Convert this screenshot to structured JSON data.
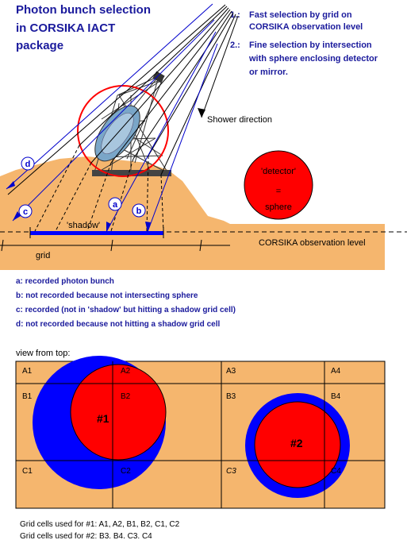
{
  "title": {
    "line1": "Photon bunch selection",
    "line2": "in CORSIKA IACT",
    "line3": "package"
  },
  "steps": {
    "s1_num": "1.:",
    "s1_line1": "Fast selection by grid on",
    "s1_line2": "CORSIKA observation level",
    "s2_num": "2.:",
    "s2_line1": "Fine selection by intersection",
    "s2_line2": "with sphere enclosing detector",
    "s2_line3": "or mirror."
  },
  "side_view": {
    "shower_direction": "Shower direction",
    "detector_line1": "'detector'",
    "detector_line2": "=",
    "detector_line3": "sphere",
    "shadow": "'shadow'",
    "grid": "grid",
    "observation_level": "CORSIKA observation level",
    "markers": {
      "a": "a",
      "b": "b",
      "c": "c",
      "d": "d"
    }
  },
  "legend": {
    "a": "a: recorded photon bunch",
    "b": "b: not recorded because not intersecting sphere",
    "c": "c: recorded (not in 'shadow' but hitting a shadow grid cell)",
    "d": "d: not recorded because not hitting a shadow grid cell"
  },
  "top_view": {
    "heading": "view from top:",
    "cells": {
      "A1": "A1",
      "A2": "A2",
      "A3": "A3",
      "A4": "A4",
      "B1": "B1",
      "B2": "B2",
      "B3": "B3",
      "B4": "B4",
      "C1": "C1",
      "C2": "C2",
      "C3": "C3",
      "C4": "C4"
    },
    "sphere1": "#1",
    "sphere2": "#2"
  },
  "footer": {
    "line1": "Grid cells used for #1: A1, A2, B1, B2, C1, C2",
    "line2": "Grid cells used for #2: B3. B4. C3. C4"
  },
  "colors": {
    "ground": "#f5b66e",
    "sphere": "#ff0000",
    "shadow_bar": "#0000ff",
    "text_blue": "#1a1a9c",
    "label_blue": "#0000cc"
  }
}
